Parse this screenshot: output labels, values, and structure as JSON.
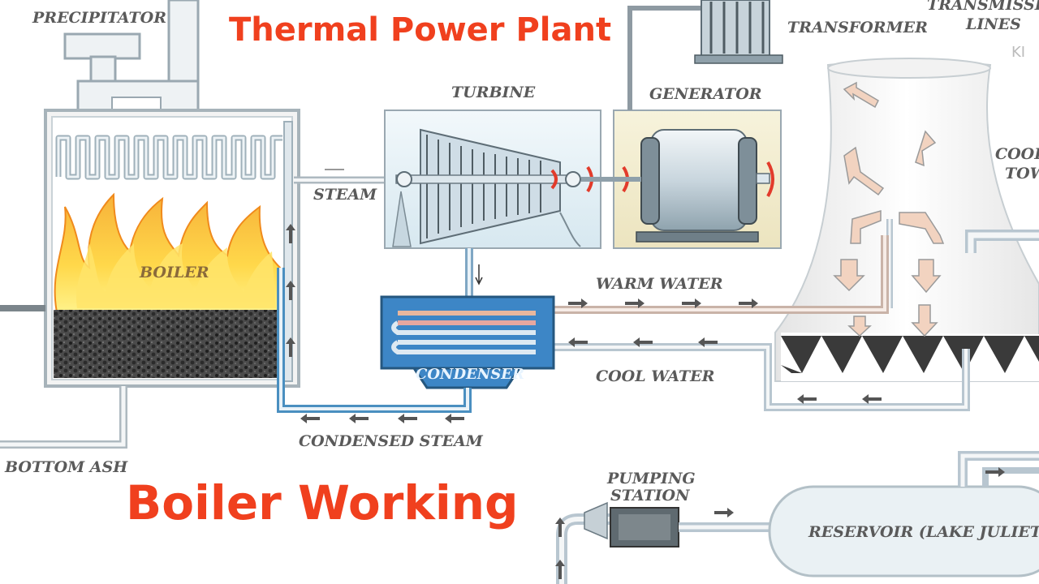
{
  "titles": {
    "main": "Thermal Power Plant",
    "sub": "Boiler Working"
  },
  "labels": {
    "precipitator": "PRECIPITATOR",
    "turbine": "TURBINE",
    "generator": "GENERATOR",
    "transformer": "TRANSFORMER",
    "transmission_1": "TRANSMISSION",
    "transmission_2": "LINES",
    "cooling_1": "COOLING",
    "cooling_2": "TOWER",
    "steam": "STEAM",
    "boiler": "BOILER",
    "warm_water": "WARM WATER",
    "cool_water": "COOL WATER",
    "condenser": "CONDENSER",
    "condensed_steam": "CONDENSED STEAM",
    "bottom_ash": "BOTTOM ASH",
    "pumping_1": "PUMPING",
    "pumping_2": "STATION",
    "reservoir": "RESERVOIR (LAKE JULIETTE)",
    "watermark": "KI"
  },
  "colors": {
    "title": "#f0401e",
    "pipe_gray": "#b8c6d0",
    "pipe_blue": "#4a8fc0",
    "condenser_blue": "#3d86c6",
    "flame": "#f7a21a",
    "coal": "#3a3a3a"
  }
}
